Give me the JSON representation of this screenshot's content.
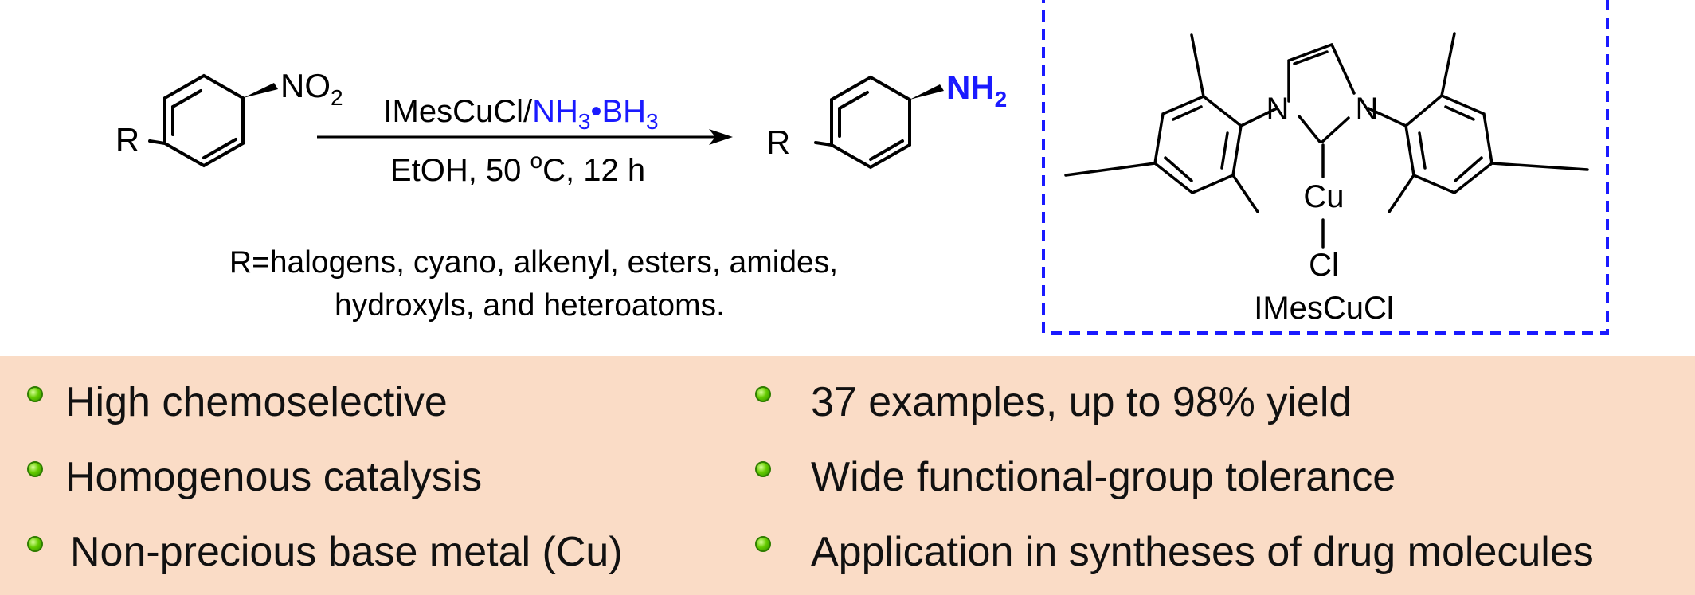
{
  "reaction": {
    "reactant_substituent": "R",
    "reactant_group": "NO",
    "reactant_group_sub": "2",
    "reagent_catalyst": "IMesCuCl/",
    "reagent_nh": "NH",
    "reagent_nh_sub": "3",
    "reagent_bullet": "•BH",
    "reagent_bh_sub": "3",
    "conditions_1": "EtOH, 50 ",
    "conditions_deg": "o",
    "conditions_2": "C, 12 h",
    "product_substituent": "R",
    "product_group": "NH",
    "product_group_sub": "2",
    "scope_line_1": "R=halogens, cyano, alkenyl, esters, amides,",
    "scope_line_2": "hydroxyls, and heteroatoms."
  },
  "catalyst": {
    "atom_n_left": "N",
    "atom_n_right": "N",
    "atom_cu": "Cu",
    "atom_cl": "Cl",
    "name": "IMesCuCl",
    "box_color": "#1a1aff"
  },
  "benefits": {
    "left": [
      "High chemoselective",
      "Homogenous catalysis",
      "Non-precious base metal (Cu)"
    ],
    "right": [
      "37 examples, up to 98% yield",
      "Wide functional-group tolerance",
      "Application in syntheses of drug molecules"
    ]
  },
  "colors": {
    "highlight": "#1a1aff",
    "panel_background": "#fadcc6",
    "bullet": "#66cc00"
  }
}
